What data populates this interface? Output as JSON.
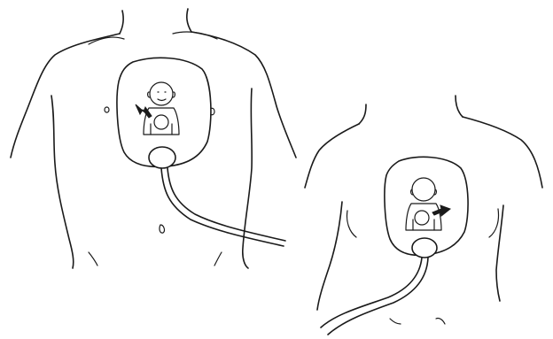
{
  "figure": {
    "panels": [
      {
        "view": "front-torso",
        "pad_placement": "chest-center",
        "arrow_points": "heart-area"
      },
      {
        "view": "back-torso",
        "pad_placement": "back-center",
        "arrow_points": "heart-area"
      }
    ],
    "colors": {
      "ink": "#1a1a1a",
      "background": "#ffffff"
    }
  }
}
